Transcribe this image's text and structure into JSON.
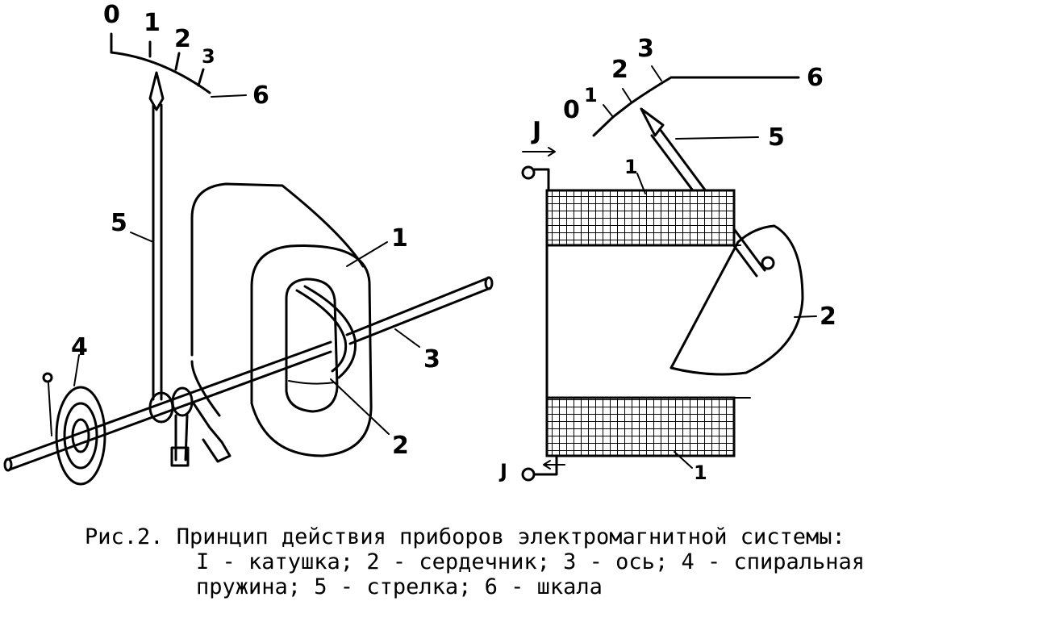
{
  "left_diagram": {
    "scale_ticks": [
      "0",
      "1",
      "2",
      "3"
    ],
    "labels": {
      "scale": "6",
      "pointer": "5",
      "coil": "1",
      "core": "2",
      "axis": "3",
      "spring": "4"
    }
  },
  "right_diagram": {
    "scale_ticks": [
      "0",
      "1",
      "2",
      "3"
    ],
    "labels": {
      "scale": "6",
      "pointer": "5",
      "coil_top": "1",
      "coil_bottom": "1",
      "core": "2",
      "current_in": "J",
      "current_out": "J"
    }
  },
  "caption": {
    "line1": "Рис.2. Принцип действия приборов электромагнитной системы:",
    "line2": "I - катушка; 2 - сердечник; 3 - ось; 4 - спиральная",
    "line3": "пружина; 5 - стрелка; 6 - шкала"
  }
}
